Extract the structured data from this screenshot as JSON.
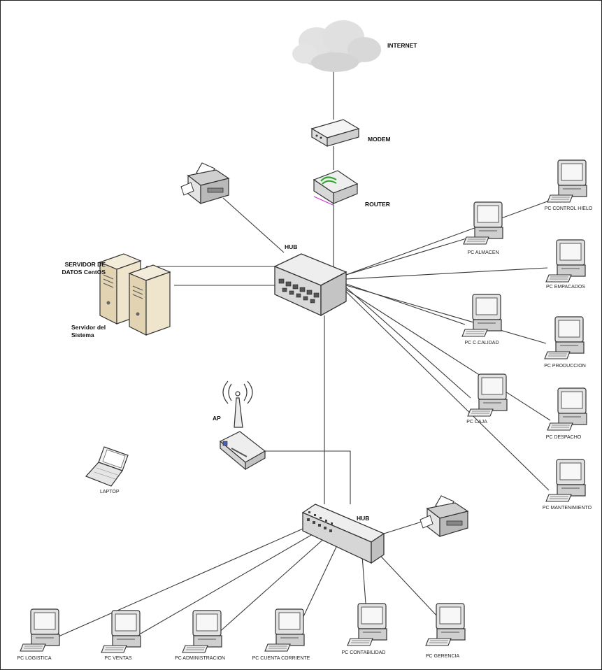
{
  "labels": {
    "internet": "INTERNET",
    "modem": "MODEM",
    "router": "ROUTER",
    "hub_top": "HUB",
    "hub_bottom": "HUB",
    "ap": "AP",
    "laptop": "LAPTOP",
    "server_data": "SERVIDOR DE DATOS CentOS",
    "server_system": "Servidor del Sistema",
    "pcs_right": [
      "PC CONTROL HIELO",
      "PC ALMACEN",
      "PC EMPACADOS",
      "PC C.CALIDAD",
      "PC PRODUCCION",
      "PC CAJA",
      "PC DESPACHO",
      "PC MANTENIMIENTO"
    ],
    "pcs_bottom": [
      "PC LOGISTICA",
      "PC VENTAS",
      "PC ADMINISTRACION",
      "PC CUENTA CORRIENTE",
      "PC CONTABILIDAD",
      "PC GERENCIA"
    ]
  },
  "colors": {
    "line": "#3a3a3a",
    "device_gray": "#d9d9d9",
    "server_beige": "#e9dcc2"
  }
}
